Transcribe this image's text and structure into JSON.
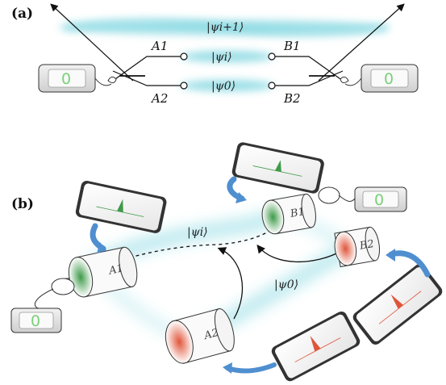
{
  "panel_a": {
    "label": "(a)",
    "states": {
      "top": "|ψi+1⟩",
      "middle": "|ψi⟩",
      "bottom": "|ψ0⟩"
    },
    "nodes": {
      "a1": "A1",
      "a2": "A2",
      "b1": "B1",
      "b2": "B2"
    },
    "detectors": {
      "left": "0",
      "right": "0"
    }
  },
  "panel_b": {
    "label": "(b)",
    "states": {
      "upper": "|ψi⟩",
      "lower": "|ψ0⟩"
    },
    "cylinders": {
      "a1": "A1",
      "a2": "A2",
      "b1": "B1",
      "b2": "B2"
    },
    "detectors": {
      "left": "0",
      "right": "0"
    }
  },
  "colors": {
    "glow": "#7fd6e0",
    "green_mode": "#3f9a4a",
    "red_mode": "#e0553a",
    "arrow_blue": "#4f8fd0",
    "counter_digit": "#7ad07a"
  }
}
